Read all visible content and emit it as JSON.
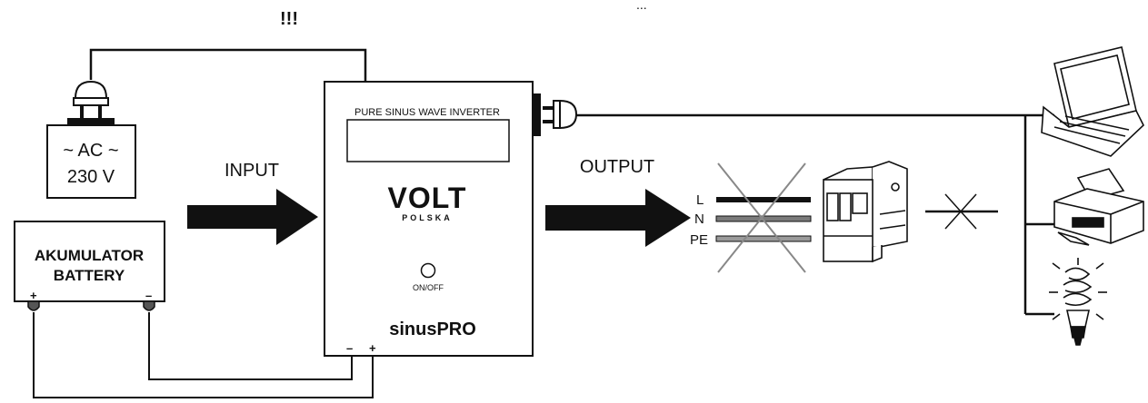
{
  "warning_marks": "!!!",
  "top_partial_text": "...",
  "source": {
    "ac_line1": "~ AC ~",
    "ac_line2": "230 V"
  },
  "battery": {
    "line1": "AKUMULATOR",
    "line2": "BATTERY",
    "plus": "+",
    "minus": "–"
  },
  "labels": {
    "input": "INPUT",
    "output": "OUTPUT"
  },
  "inverter": {
    "display_caption": "PURE SINUS WAVE INVERTER",
    "brand": "VOLT",
    "brand_sub": "POLSKA",
    "switch_label": "ON/OFF",
    "model": "sinusPRO",
    "terminal_minus": "–",
    "terminal_plus": "+"
  },
  "mains_lines": {
    "l": "L",
    "n": "N",
    "pe": "PE"
  },
  "colors": {
    "line": "#111111",
    "cross": "#888888",
    "n_wire": "#7a7a7a",
    "pe_wire": "#9a9a9a"
  },
  "devices": [
    "laptop-icon",
    "printer-icon",
    "bulb-icon"
  ]
}
